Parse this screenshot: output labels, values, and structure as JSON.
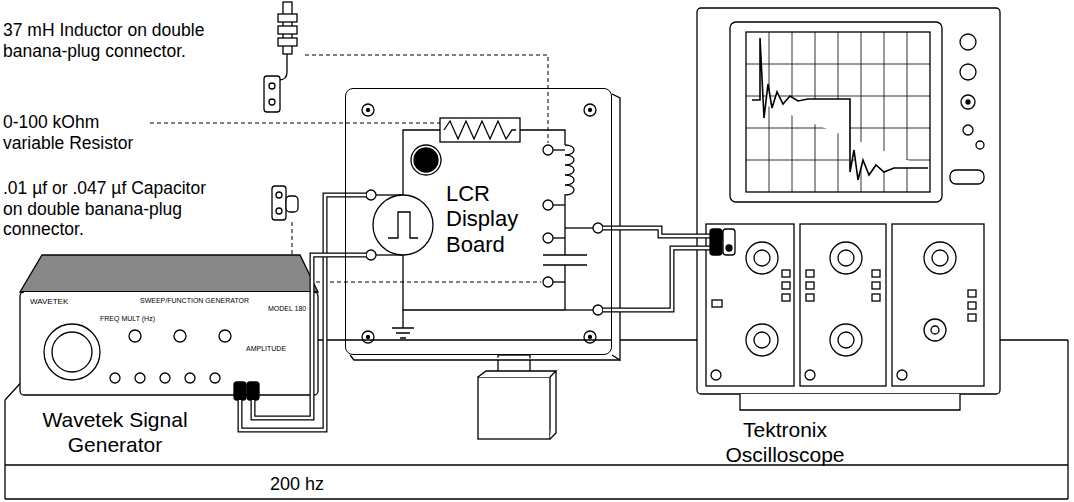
{
  "diagram": {
    "nodes": [
      {
        "text": [
          "LCR Display Board"
        ]
      }
    ],
    "labels": [
      "37 mH Inductor on double banana-plug connector.",
      "0-100 kOhm variable Resistor",
      ".01 µf or .047 µf Capacitor on double banana-plug connector.",
      "Wavetek Signal Generator",
      "200 hz",
      "Tektronix Oscilloscope",
      "WAVETEK",
      "SWEEP/FUNCTION GENERATOR",
      "MODEL 180",
      "FREQ MULT (Hz)",
      "AMPLITUDE"
    ]
  }
}
